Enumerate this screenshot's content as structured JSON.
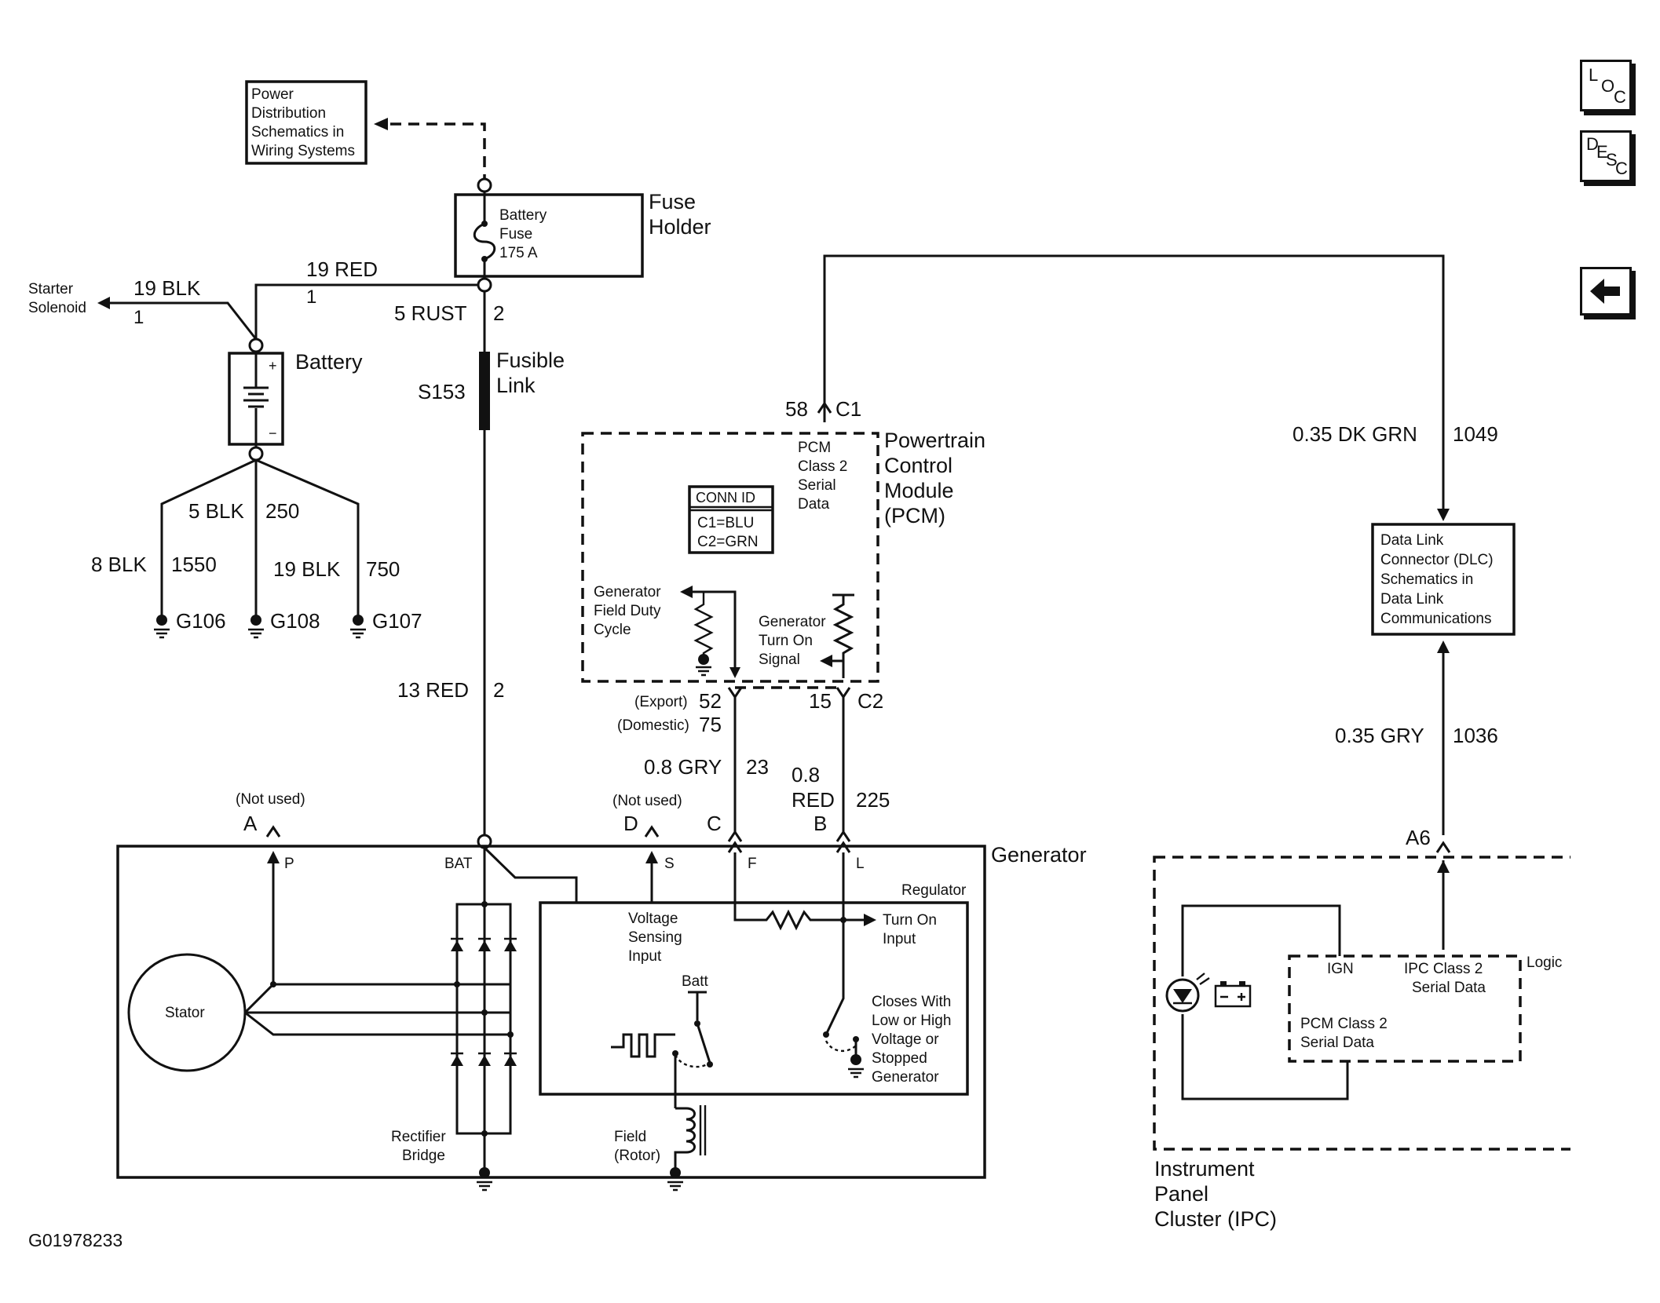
{
  "nav": {
    "loc": {
      "a": "L",
      "b": "O",
      "c": "C"
    },
    "desc": {
      "a": "D",
      "b": "E",
      "c": "S",
      "d": "C"
    },
    "back_icon": "arrow-left-icon"
  },
  "figure_id": "G01978233",
  "power_dist": [
    "Power",
    "Distribution",
    "Schematics in",
    "Wiring Systems"
  ],
  "fuse_holder": {
    "title": [
      "Fuse",
      "Holder"
    ],
    "fuse": [
      "Battery",
      "Fuse",
      "175 A"
    ]
  },
  "starter": [
    "Starter",
    "Solenoid"
  ],
  "battery": {
    "label": "Battery",
    "plus": "+",
    "minus": "−"
  },
  "wires": {
    "blk19_top": "19 BLK",
    "blk19_pin": "1",
    "red19": "19 RED",
    "red19_pin": "1",
    "rust5": "5 RUST",
    "rust5_ckt": "2",
    "blk5": "5 BLK",
    "blk5_ckt": "250",
    "blk8": "8 BLK",
    "blk8_ckt": "1550",
    "blk19": "19 BLK",
    "blk19_ckt": "750",
    "red13": "13 RED",
    "red13_ckt": "2",
    "gry08": "0.8 GRY",
    "gry08_ckt": "23",
    "red08_a": "0.8",
    "red08_b": "RED",
    "red08_ckt": "225",
    "dkgrn": "0.35 DK GRN",
    "dkgrn_ckt": "1049",
    "gry035": "0.35 GRY",
    "gry035_ckt": "1036"
  },
  "fusible": {
    "label": [
      "Fusible",
      "Link"
    ],
    "splice": "S153"
  },
  "grounds": [
    "G106",
    "G108",
    "G107"
  ],
  "pcm": {
    "title": [
      "Powertrain",
      "Control",
      "Module",
      "(PCM)"
    ],
    "c1_pin": "58",
    "c1": "C1",
    "serial": [
      "PCM",
      "Class 2",
      "Serial",
      "Data"
    ],
    "conn_id": "CONN ID",
    "conn_c1": "C1=BLU",
    "conn_c2": "C2=GRN",
    "gen_field": [
      "Generator",
      "Field Duty",
      "Cycle"
    ],
    "gen_turn": [
      "Generator",
      "Turn On",
      "Signal"
    ],
    "export": "(Export)",
    "export_pin": "52",
    "domestic": "(Domestic)",
    "domestic_pin": "75",
    "c2_pin": "15",
    "c2": "C2"
  },
  "dlc": [
    "Data Link",
    "Connector (DLC)",
    "Schematics in",
    "Data Link",
    "Communications"
  ],
  "generator": {
    "title": "Generator",
    "not_used": "(Not used)",
    "A": "A",
    "D": "D",
    "C": "C",
    "B": "B",
    "P": "P",
    "S": "S",
    "F": "F",
    "L": "L",
    "BAT": "BAT",
    "stator": "Stator",
    "rectifier": [
      "Rectifier",
      "Bridge"
    ],
    "regulator": "Regulator",
    "voltage_sensing": [
      "Voltage",
      "Sensing",
      "Input"
    ],
    "turn_on": [
      "Turn On",
      "Input"
    ],
    "batt": "Batt",
    "closes": [
      "Closes With",
      "Low or High",
      "Voltage or",
      "Stopped",
      "Generator"
    ],
    "field": [
      "Field",
      "(Rotor)"
    ]
  },
  "ipc": {
    "title": [
      "Instrument",
      "Panel",
      "Cluster (IPC)"
    ],
    "a6": "A6",
    "logic": "Logic",
    "ign": "IGN",
    "ipc_serial": [
      "IPC Class 2",
      "Serial Data"
    ],
    "pcm_serial": [
      "PCM Class 2",
      "Serial Data"
    ]
  }
}
